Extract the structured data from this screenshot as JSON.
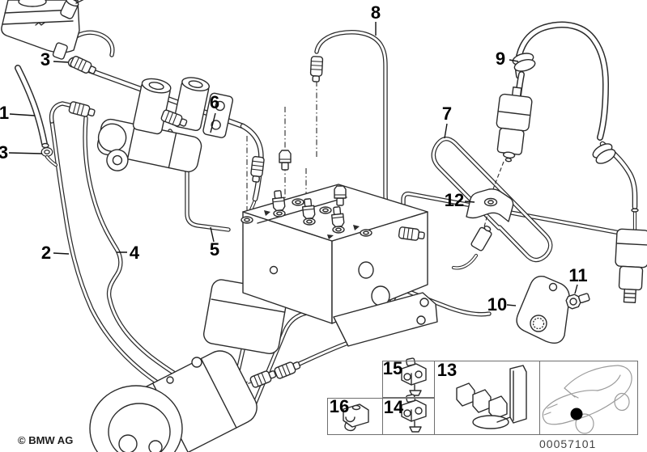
{
  "diagram": {
    "copyright": "© BMW AG",
    "image_number": "00057101",
    "callouts": {
      "c1": "1",
      "c2": "2",
      "c3_top": "3",
      "c3_left": "3",
      "c4": "4",
      "c5": "5",
      "c6": "6",
      "c7": "7",
      "c8": "8",
      "c9": "9",
      "c10": "10",
      "c11": "11",
      "c12": "12",
      "c13": "13",
      "c14": "14",
      "c15": "15",
      "c16": "16"
    },
    "colors": {
      "background": "#ffffff",
      "line": "#2b2b2b",
      "box_border": "#6f6f6f",
      "car_line": "#9b9b9b",
      "location_marker": "#000000"
    }
  }
}
